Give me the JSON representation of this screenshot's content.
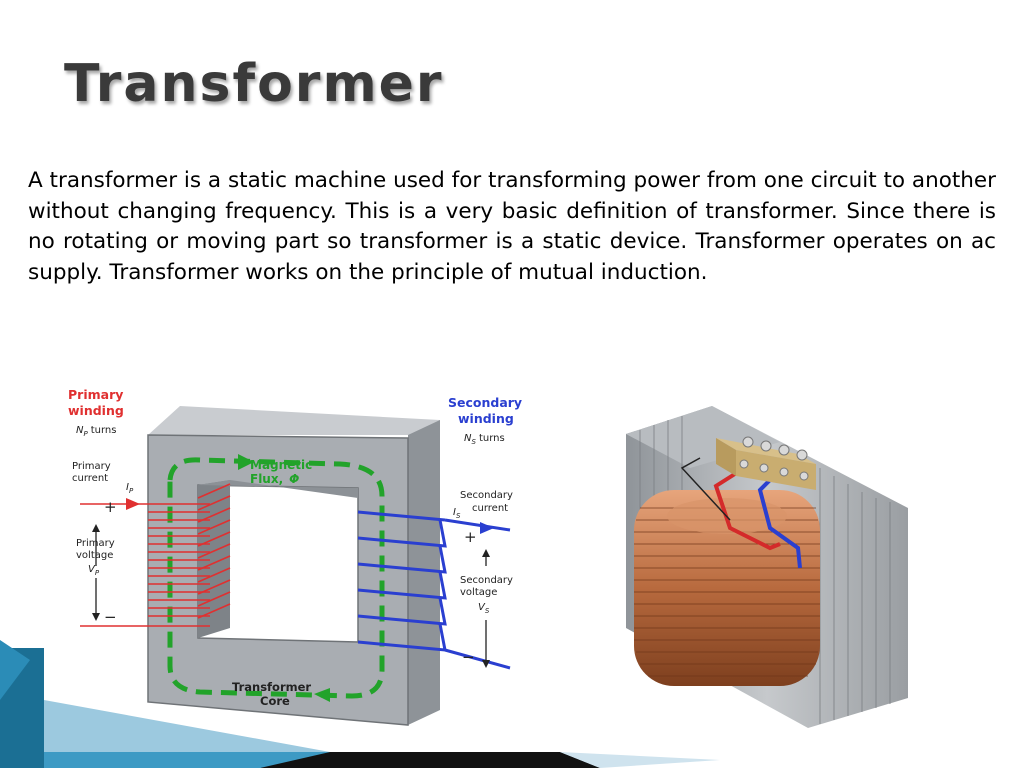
{
  "slide": {
    "title": "Transformer",
    "paragraph": "A transformer is a static machine used for transforming power from one circuit to another without changing frequency. This is a very basic definition of transformer. Since there is no rotating or moving part so transformer is a static device. Transformer operates on ac supply. Transformer works on the principle of mutual induction."
  },
  "diagram": {
    "primary_title_1": "Primary",
    "primary_title_2": "winding",
    "primary_turns_sym": "N",
    "primary_turns_sub": "P",
    "primary_turns_word": "turns",
    "primary_current_1": "Primary",
    "primary_current_2": "current",
    "primary_current_sym": "I",
    "primary_current_sub": "P",
    "primary_voltage_1": "Primary",
    "primary_voltage_2": "voltage",
    "primary_voltage_sym": "V",
    "primary_voltage_sub": "P",
    "secondary_title_1": "Secondary",
    "secondary_title_2": "winding",
    "secondary_turns_sym": "N",
    "secondary_turns_sub": "S",
    "secondary_turns_word": "turns",
    "secondary_current_1": "Secondary",
    "secondary_current_2": "current",
    "secondary_current_sym": "I",
    "secondary_current_sub": "S",
    "secondary_voltage_1": "Secondary",
    "secondary_voltage_2": "voltage",
    "secondary_voltage_sym": "V",
    "secondary_voltage_sub": "S",
    "flux_1": "Magnetic",
    "flux_2": "Flux,",
    "flux_sym": "Φ",
    "core_1": "Transformer",
    "core_2": "Core",
    "plus": "+",
    "minus": "−",
    "colors": {
      "primary": "#e03030",
      "secondary": "#2a3fd0",
      "flux": "#22a32a",
      "core": "#a9adb2"
    }
  }
}
